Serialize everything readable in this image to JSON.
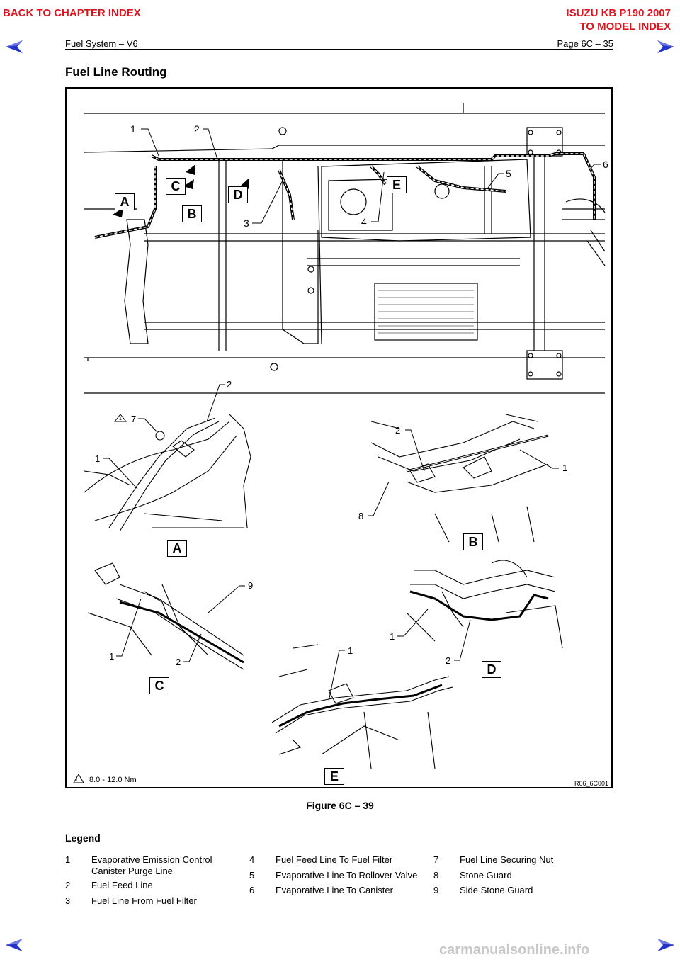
{
  "header": {
    "back_link": "BACK TO CHAPTER INDEX",
    "model_title": "ISUZU KB P190 2007",
    "model_link": "TO MODEL INDEX",
    "section": "Fuel System – V6",
    "page": "Page 6C – 35"
  },
  "title": "Fuel Line Routing",
  "figure": {
    "main_callouts": [
      "1",
      "2",
      "3",
      "4",
      "5",
      "6"
    ],
    "view_labels": [
      "A",
      "B",
      "C",
      "D",
      "E"
    ],
    "detail_numbers": {
      "A": [
        "2",
        "7",
        "1"
      ],
      "B": [
        "2",
        "1",
        "8"
      ],
      "C": [
        "9",
        "1",
        "2"
      ],
      "D": [
        "1",
        "2"
      ],
      "E": [
        "1"
      ]
    },
    "torque_marker": "1",
    "torque_note": "8.0 - 12.0 Nm",
    "figure_code": "R06_6C001"
  },
  "caption": "Figure 6C –  39",
  "legend": {
    "title": "Legend",
    "items": [
      {
        "num": "1",
        "text": "Evaporative Emission Control Canister Purge Line"
      },
      {
        "num": "2",
        "text": "Fuel Feed Line"
      },
      {
        "num": "3",
        "text": "Fuel Line From Fuel Filter"
      },
      {
        "num": "4",
        "text": "Fuel Feed Line To Fuel Filter"
      },
      {
        "num": "5",
        "text": "Evaporative Line To Rollover Valve"
      },
      {
        "num": "6",
        "text": "Evaporative Line To Canister"
      },
      {
        "num": "7",
        "text": "Fuel Line Securing Nut"
      },
      {
        "num": "8",
        "text": "Stone Guard"
      },
      {
        "num": "9",
        "text": "Side Stone Guard"
      }
    ]
  },
  "footer": {
    "watermark": "carmanualsonline.info"
  },
  "colors": {
    "nav_red": "#e0141e",
    "arrow_blue": "#2433c8"
  }
}
